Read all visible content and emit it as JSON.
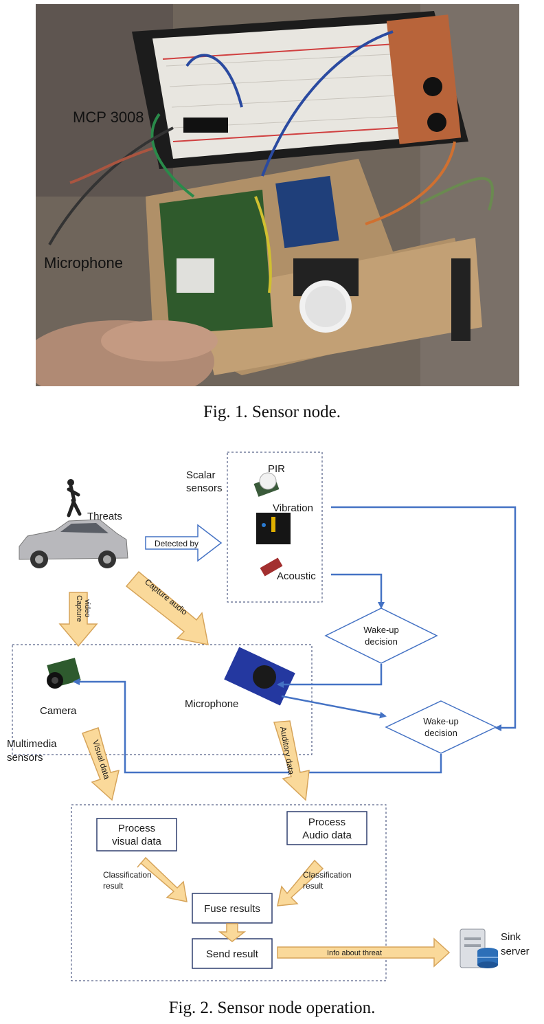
{
  "figure1": {
    "labels": {
      "mcp": "MCP 3008",
      "microphone": "Microphone"
    },
    "caption": "Fig. 1.   Sensor node."
  },
  "figure2": {
    "labels": {
      "scalar_sensors_1": "Scalar",
      "scalar_sensors_2": "sensors",
      "pir": "PIR",
      "vibration": "Vibration",
      "acoustic": "Acoustic",
      "threats": "Threats",
      "detected_by": "Detected by",
      "capture_video_1": "Capture",
      "capture_video_2": "video",
      "capture_audio": "Capture audio",
      "wakeup1_1": "Wake-up",
      "wakeup1_2": "decision",
      "wakeup2_1": "Wake-up",
      "wakeup2_2": "decision",
      "camera": "Camera",
      "microphone": "Microphone",
      "multimedia_1": "Multimedia",
      "multimedia_2": "sensors",
      "visual_data": "Visual data",
      "auditory_data": "Auditory data",
      "process_visual_1": "Process",
      "process_visual_2": "visual data",
      "process_audio_1": "Process",
      "process_audio_2": "Audio data",
      "class_left_1": "Classification",
      "class_left_2": "result",
      "class_right_1": "Classification",
      "class_right_2": "result",
      "fuse": "Fuse results",
      "send": "Send result",
      "info": "Info about threat",
      "sink_1": "Sink",
      "sink_2": "server"
    },
    "colors": {
      "flow": "#4472c4",
      "arrow_fill": "#fad99a",
      "arrow_stroke": "#d6a45a",
      "box": "#2f3e6e"
    },
    "caption": "Fig. 2.   Sensor node operation."
  }
}
